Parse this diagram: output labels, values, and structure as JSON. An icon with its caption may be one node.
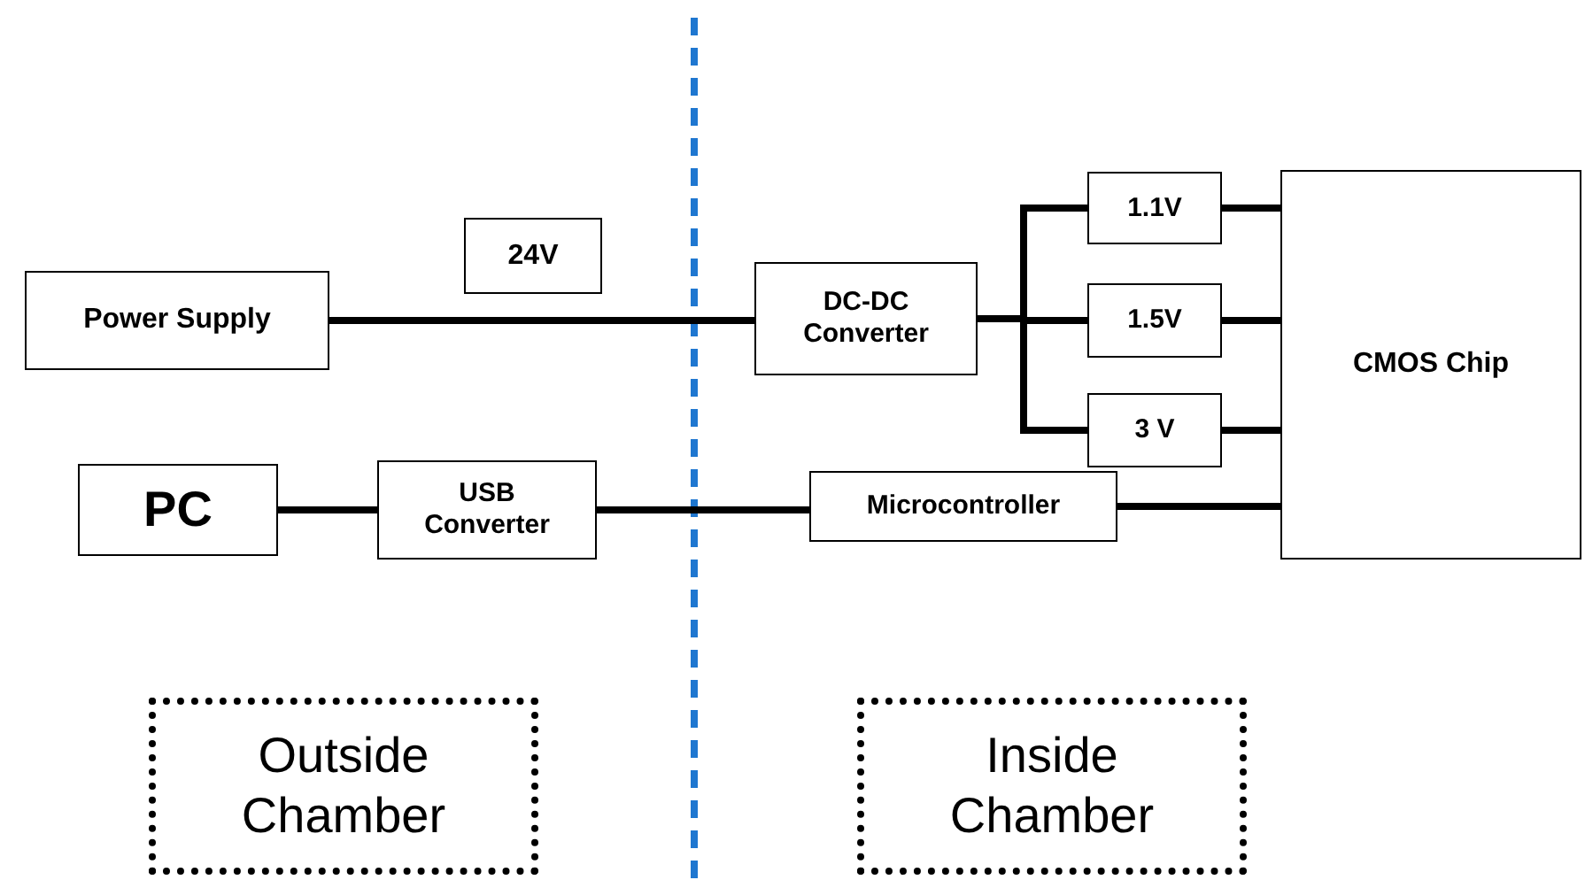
{
  "diagram": {
    "nodes": [
      {
        "text": [
          "Power Supply"
        ]
      },
      {
        "text": [
          "24V"
        ]
      },
      {
        "text": [
          "DC-DC Converter"
        ]
      },
      {
        "text": [
          "1.1V"
        ]
      },
      {
        "text": [
          "1.5V"
        ]
      },
      {
        "text": [
          "3 V"
        ]
      },
      {
        "text": [
          "CMOS Chip"
        ]
      },
      {
        "text": [
          "PC"
        ]
      },
      {
        "text": [
          "USB Converter"
        ]
      },
      {
        "text": [
          "Microcontroller"
        ]
      },
      {
        "text": [
          "Outside Chamber"
        ]
      },
      {
        "text": [
          "Inside Chamber"
        ]
      }
    ],
    "edges": [
      {
        "from": 0,
        "to": 2,
        "arrow": "none"
      },
      {
        "from": 2,
        "to": 3,
        "arrow": "none"
      },
      {
        "from": 2,
        "to": 4,
        "arrow": "none"
      },
      {
        "from": 2,
        "to": 5,
        "arrow": "none"
      },
      {
        "from": 3,
        "to": 6,
        "arrow": "none"
      },
      {
        "from": 4,
        "to": 6,
        "arrow": "none"
      },
      {
        "from": 5,
        "to": 6,
        "arrow": "none"
      },
      {
        "from": 7,
        "to": 8,
        "arrow": "none"
      },
      {
        "from": 8,
        "to": 9,
        "arrow": "none"
      },
      {
        "from": 9,
        "to": 6,
        "arrow": "none"
      }
    ]
  }
}
